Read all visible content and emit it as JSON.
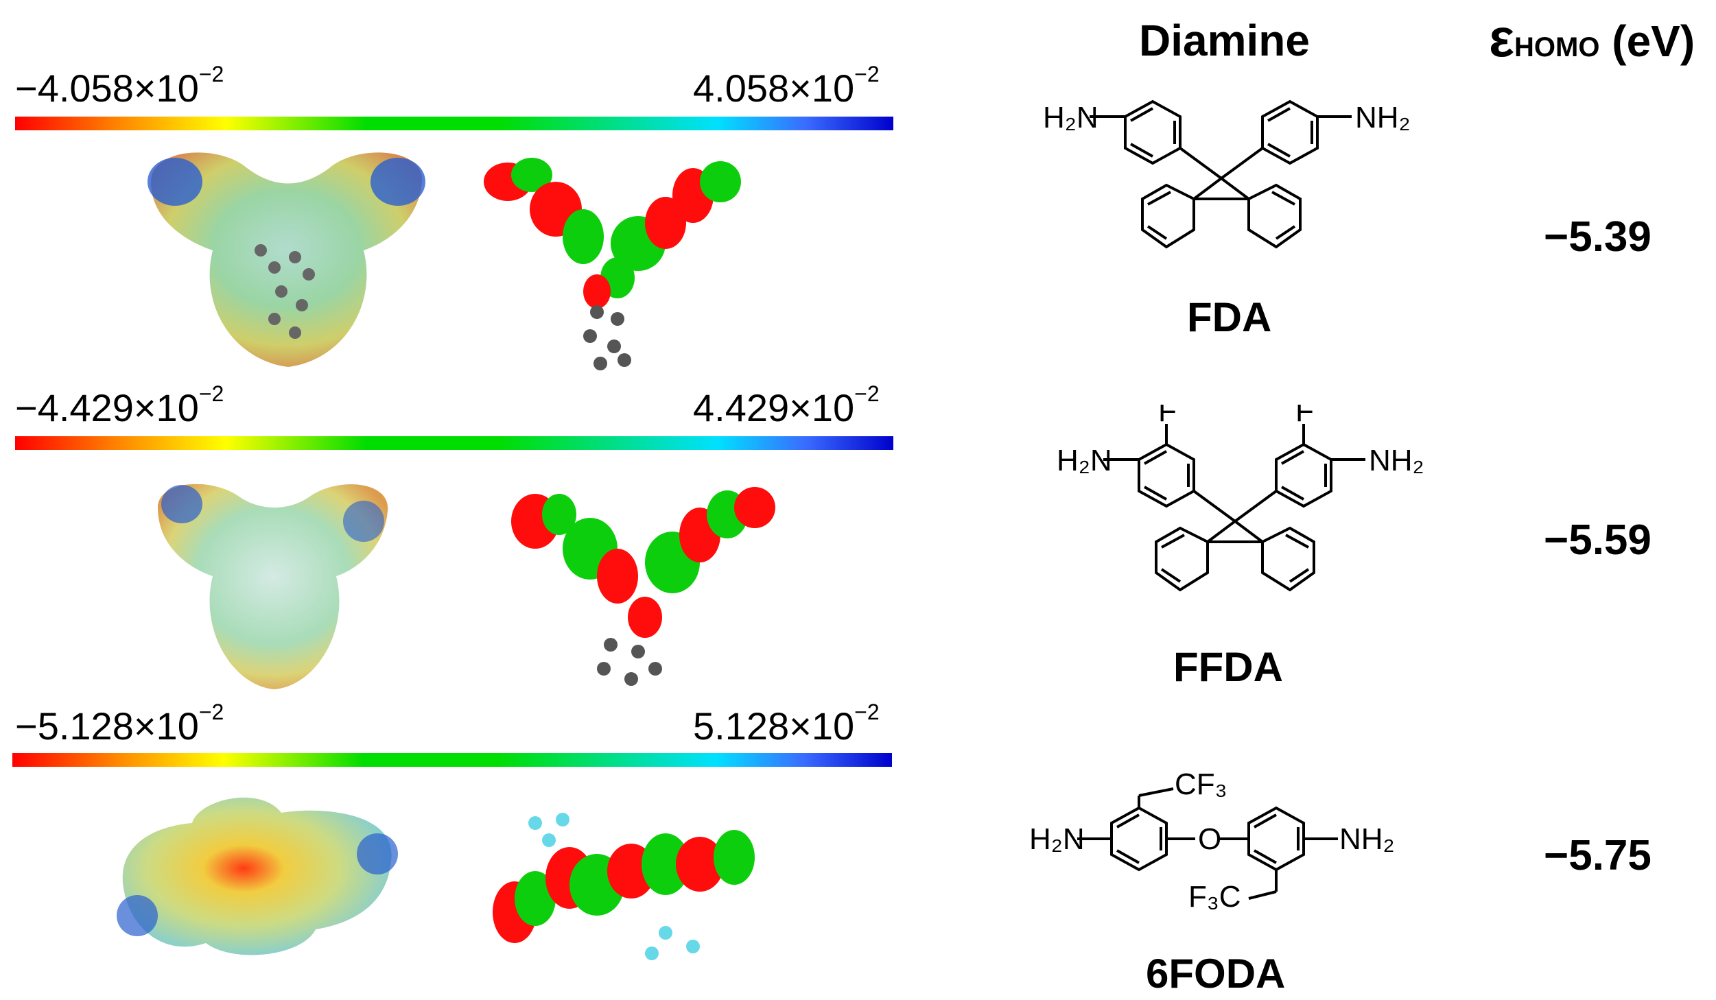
{
  "header": {
    "diamine": "Diamine",
    "ehomo_symbol": "ε",
    "ehomo_sub": "HOMO",
    "ehomo_unit": "(eV)"
  },
  "rows": [
    {
      "scale_min": "−4.058×10",
      "scale_max": "4.058×10",
      "scale_exp": "−2",
      "name": "FDA",
      "ehomo": "−5.39"
    },
    {
      "scale_min": "−4.429×10",
      "scale_max": "4.429×10",
      "scale_exp": "−2",
      "name": "FFDA",
      "ehomo": "−5.59"
    },
    {
      "scale_min": "−5.128×10",
      "scale_max": "5.128×10",
      "scale_exp": "−2",
      "name": "6FODA",
      "ehomo": "−5.75"
    }
  ],
  "chem_labels": {
    "h2n": "H₂N",
    "nh2": "NH₂",
    "f": "F",
    "cf3": "CF₃",
    "f3c": "F₃C",
    "o": "O"
  },
  "colors": {
    "red": "#ff0000",
    "yellow": "#ffff00",
    "green": "#00dd00",
    "cyan": "#00e0ff",
    "blue": "#0000cc"
  }
}
